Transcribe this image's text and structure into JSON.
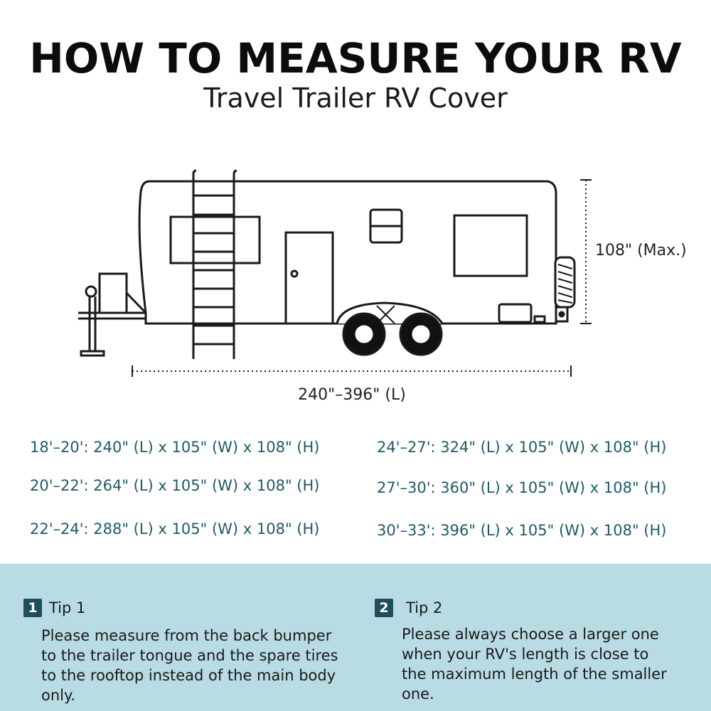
{
  "header": {
    "title": "HOW TO MEASURE YOUR RV",
    "subtitle": "Travel Trailer RV Cover"
  },
  "diagram": {
    "height_label": "108\" (Max.)",
    "length_label": "240\"–396\" (L)"
  },
  "sizes": [
    "18'–20': 240\" (L) x 105\" (W) x 108\" (H)",
    "24'–27': 324\" (L) x 105\" (W) x 108\" (H)",
    "20'–22': 264\" (L) x 105\" (W) x 108\" (H)",
    "27'–30': 360\" (L) x 105\" (W) x 108\" (H)",
    "22'–24': 288\" (L) x 105\" (W) x 108\" (H)",
    "30'–33': 396\" (L) x 105\" (W) x 108\" (H)"
  ],
  "tips": [
    {
      "number": "1",
      "title": "Tip 1",
      "lines": [
        "Please measure from the back bumper",
        "to the trailer tongue and the spare tires",
        "to the rooftop instead of the main body",
        "only."
      ]
    },
    {
      "number": "2",
      "title": "Tip 2",
      "lines": [
        "Please always choose a larger one",
        "when your RV's length is close to",
        "the maximum length of the smaller",
        "one."
      ]
    }
  ],
  "colors": {
    "size_text": "#1f5a66",
    "tips_background": "#b9dbe3",
    "badge": "#1e4f5c"
  }
}
